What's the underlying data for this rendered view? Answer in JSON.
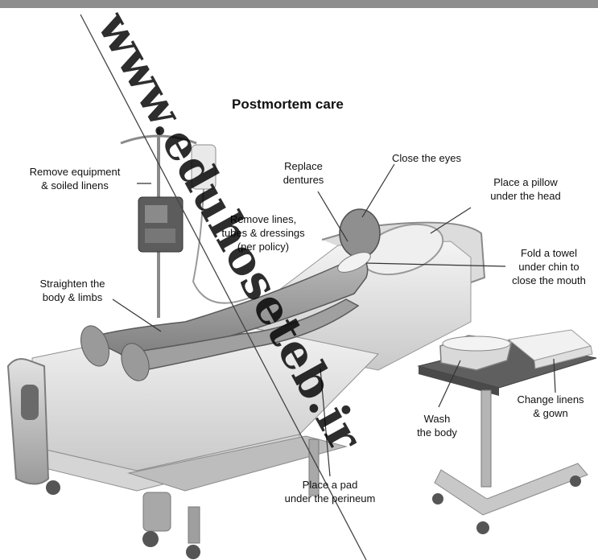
{
  "title": "Postmortem care",
  "watermark": "www.eduhoseteb.ir",
  "labels": {
    "remove_equipment": [
      "Remove equipment",
      "& soiled linens"
    ],
    "replace_dentures": [
      "Replace",
      "dentures"
    ],
    "close_eyes": [
      "Close the eyes"
    ],
    "place_pillow": [
      "Place a pillow",
      "under the head"
    ],
    "remove_lines": [
      "Remove lines,",
      "tubes & dressings",
      "(per policy)"
    ],
    "fold_towel": [
      "Fold a towel",
      "under chin to",
      "close the mouth"
    ],
    "straighten": [
      "Straighten the",
      "body & limbs"
    ],
    "change_linens": [
      "Change linens",
      "& gown"
    ],
    "wash_body": [
      "Wash",
      "the body"
    ],
    "place_pad": [
      "Place a pad",
      "under the perineum"
    ]
  },
  "colors": {
    "top_bar": "#8e8e8e",
    "ink": "#111111",
    "watermark": "#000000"
  }
}
